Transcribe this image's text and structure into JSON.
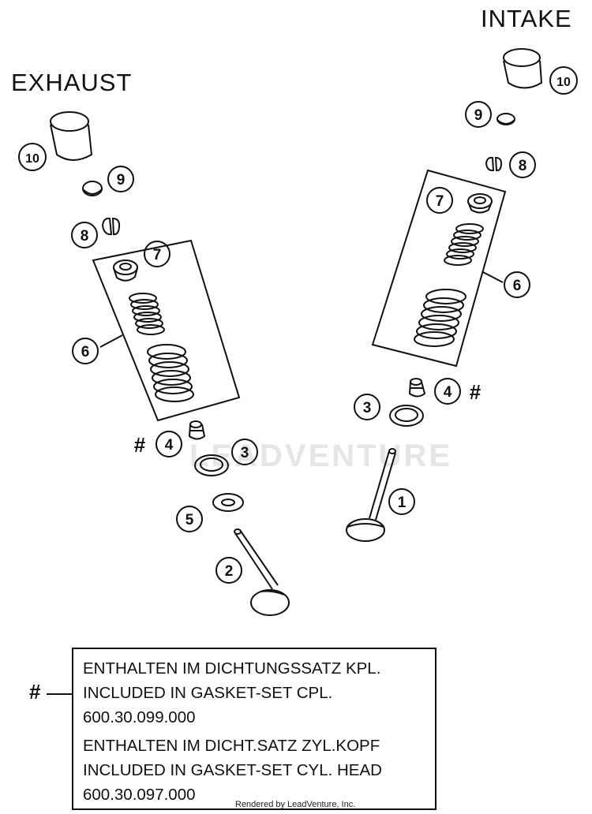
{
  "titles": {
    "exhaust": "EXHAUST",
    "intake": "INTAKE"
  },
  "callouts": {
    "exhaust": {
      "c10": "10",
      "c9": "9",
      "c8": "8",
      "c7": "7",
      "c6": "6",
      "c4": "4",
      "c3": "3",
      "c5": "5",
      "c2": "2",
      "hash": "#"
    },
    "intake": {
      "c10": "10",
      "c9": "9",
      "c8": "8",
      "c7": "7",
      "c6": "6",
      "c4": "4",
      "c3": "3",
      "c1": "1",
      "hash": "#"
    }
  },
  "legend": {
    "marker": "#",
    "lines": [
      "ENTHALTEN IM DICHTUNGSSATZ KPL.",
      "INCLUDED IN GASKET-SET CPL.",
      "600.30.099.000",
      "ENTHALTEN IM DICHT.SATZ ZYL.KOPF",
      "INCLUDED IN GASKET-SET CYL. HEAD",
      "600.30.097.000"
    ]
  },
  "watermark": "LEADVENTURE",
  "credit": "Rendered by LeadVenture, Inc."
}
